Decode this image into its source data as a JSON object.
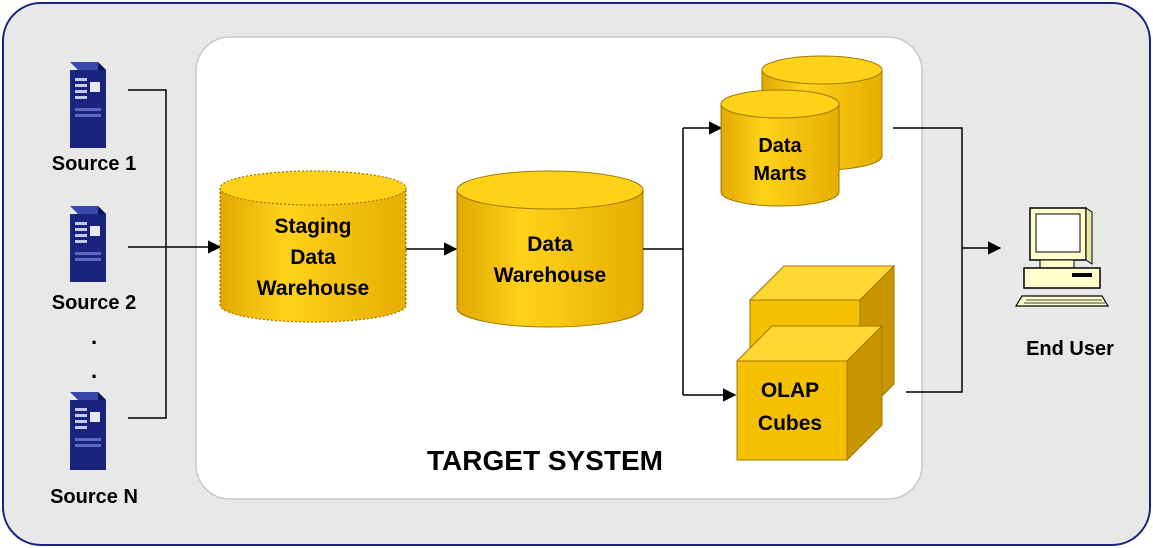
{
  "sources": [
    {
      "label": "Source 1"
    },
    {
      "label": "Source 2"
    },
    {
      "label": "Source N"
    }
  ],
  "ellipsis": [
    ".",
    "."
  ],
  "staging": {
    "lines": [
      "Staging",
      "Data",
      "Warehouse"
    ]
  },
  "warehouse": {
    "lines": [
      "Data",
      "Warehouse"
    ]
  },
  "marts": {
    "lines": [
      "Data",
      "Marts"
    ]
  },
  "cubes": {
    "lines": [
      "OLAP",
      "Cubes"
    ]
  },
  "target_label": "TARGET SYSTEM",
  "end_user": {
    "label": "End User"
  },
  "colors": {
    "background": "#e8e8e8",
    "outer_border": "#1a237e",
    "panel": "#ffffff",
    "panel_border": "#c8c8c8",
    "cylinder": "#f5c000",
    "cylinder_top": "#ffd21a",
    "cube_front": "#f5c000",
    "cube_top": "#ffd733",
    "cube_side": "#c99600",
    "server": "#1a237e"
  }
}
